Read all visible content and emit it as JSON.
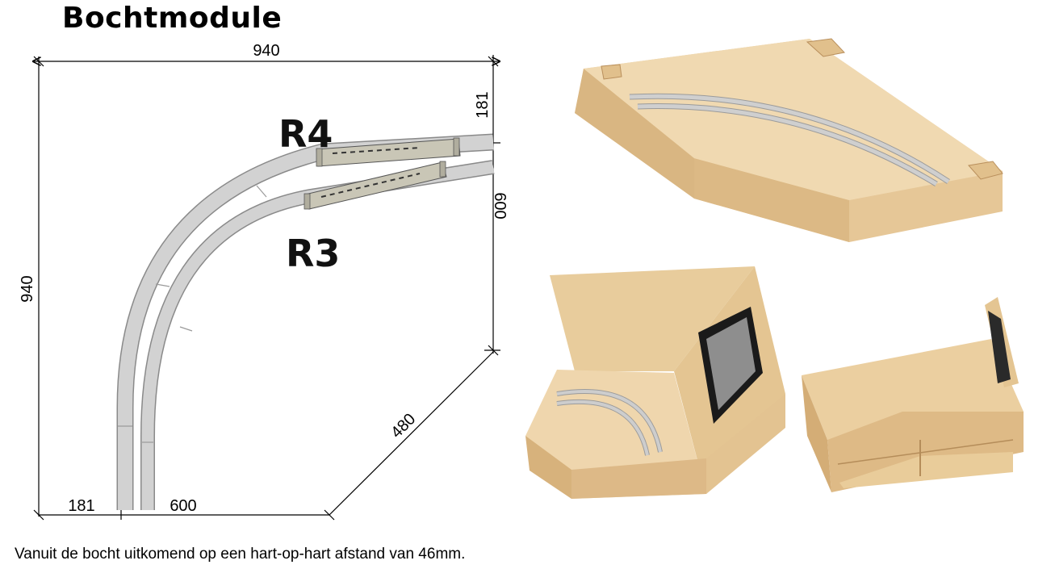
{
  "title": "Bochtmodule",
  "dimensions": {
    "top_width": "940",
    "left_height": "940",
    "right_top": "181",
    "right_middle": "600",
    "bottom_left": "181",
    "bottom_middle": "600",
    "diagonal": "480"
  },
  "track_labels": {
    "outer": "R4",
    "inner": "R3"
  },
  "caption": "Vanuit de bocht uitkomend op een hart-op-hart afstand van 46mm.",
  "colors": {
    "track_fill": "#d2d2d2",
    "track_edge": "#8a8a8a",
    "wood_light": "#ecd3aa",
    "wood_mid": "#e1c08c",
    "wood_dark": "#cfa872",
    "frame": "#1a1a1a",
    "screen": "#8e8e8e"
  }
}
